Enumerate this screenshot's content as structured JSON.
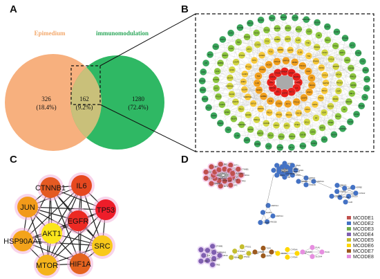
{
  "panels": {
    "a": "A",
    "b": "B",
    "c": "C",
    "d": "D"
  },
  "venn": {
    "left_title": "Epimedium",
    "right_title": "immunomodulation",
    "left": {
      "count": "326",
      "percent": "(18.4%)"
    },
    "overlap": {
      "count": "162",
      "percent": "(9.2%)"
    },
    "right": {
      "count": "1280",
      "percent": "(72.4%)"
    },
    "colors": {
      "left": "#f7b07e",
      "right": "#2fb864",
      "left_title": "#f3a96d",
      "right_title": "#2ea85c"
    }
  },
  "ppi_network": {
    "rings": [
      12,
      19,
      26,
      33,
      40,
      45
    ],
    "ring_colors": [
      "#e8201c",
      "#f1a01e",
      "#f6c83a",
      "#d2d641",
      "#8cc63f",
      "#39a55a"
    ],
    "inner_labels": [
      "TP53",
      "IL6",
      "AKT1",
      "EGFR",
      "SRC",
      "MTOR",
      "JUN",
      "HIF1A",
      "CTNNB1",
      "HSP90AA1",
      "STAT3",
      "MAPK3"
    ],
    "outer_labels": [
      "VEGFA",
      "ESR1",
      "CASP3",
      "PTGS2",
      "MYC",
      "CCND1",
      "FOS",
      "ERBB2",
      "MMP9",
      "IL1B",
      "TNF",
      "PPARG",
      "NOS3",
      "CXCL8",
      "MAPK8",
      "MDM2",
      "PIK3CA",
      "KDR",
      "AR",
      "BCL2",
      "PTEN",
      "SIRT1",
      "CDK2",
      "GSK3B",
      "PRKCA",
      "NFKB1",
      "RELA",
      "HMOX1",
      "IGF1R",
      "SERPINE1"
    ]
  },
  "hub_network": {
    "nodes": [
      {
        "label": "CTNNB1",
        "color": "#e45a22"
      },
      {
        "label": "IL6",
        "color": "#e6481f"
      },
      {
        "label": "TP53",
        "color": "#ee1d2a"
      },
      {
        "label": "EGFR",
        "color": "#ec2a24"
      },
      {
        "label": "JUN",
        "color": "#f29a1a"
      },
      {
        "label": "AKT1",
        "color": "#fbe51b"
      },
      {
        "label": "SRC",
        "color": "#f9c91a"
      },
      {
        "label": "HSP90AA1",
        "color": "#f4a31b"
      },
      {
        "label": "MTOR",
        "color": "#f4b31b"
      },
      {
        "label": "HIF1A",
        "color": "#e4631f"
      }
    ]
  },
  "modules": {
    "legend": [
      {
        "label": "MCODE1",
        "color": "#c0504d"
      },
      {
        "label": "MCODE2",
        "color": "#4472c4"
      },
      {
        "label": "MCODE3",
        "color": "#70ad47"
      },
      {
        "label": "MCODE4",
        "color": "#7f5fb0"
      },
      {
        "label": "MCODE5",
        "color": "#c4bd2f"
      },
      {
        "label": "MCODE6",
        "color": "#ffd700"
      },
      {
        "label": "MCODE7",
        "color": "#9c5a1e"
      },
      {
        "label": "MCODE8",
        "color": "#e68fe0"
      }
    ],
    "m1_labels": [
      "HIF1A",
      "IL6",
      "TP53",
      "EGFR",
      "SRC",
      "JUN",
      "AKT1",
      "MTOR",
      "CTNNB1",
      "HSP90AA1",
      "STAT3",
      "MYC"
    ],
    "m2_labels": [
      "ESR1",
      "PIK3CA",
      "PTEN",
      "MDM2",
      "AR",
      "CDK2"
    ],
    "m3_labels": [
      "CCNA2",
      "CXCL8",
      "IL1B",
      "PTGS2",
      "GSK3B",
      "CALM1",
      "PRKCA",
      "CDK1",
      "ADRB2"
    ],
    "m4_labels": [
      "MAPK14",
      "PIK3CB",
      "ERBB2",
      "MAPK1"
    ],
    "m5_labels": [
      "CYP1A1",
      "PTGS1",
      "NOS2"
    ],
    "m6_labels": [
      "ABCB1",
      "CYP3A4"
    ],
    "m7_labels": [
      "TLR4",
      "MMP2",
      "CASP8"
    ],
    "m8_labels": [
      "PLAU",
      "SLC6A4",
      "PLAUR"
    ]
  }
}
